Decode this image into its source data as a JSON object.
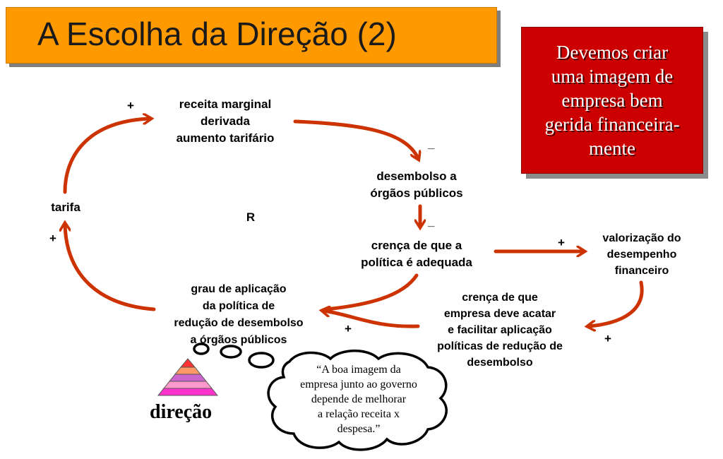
{
  "slide": {
    "title": "A Escolha da Direção (2)",
    "callout": "Devemos criar\numa imagem de\nempresa bem\ngerida financeira-\nmente"
  },
  "nodes": {
    "receita": "receita marginal\nderivada\naumento tarifário",
    "desembolso": "desembolso a\nórgãos públicos",
    "crenca_adequada": "crença de que a\npolítica é adequada",
    "valorizacao": "valorização do\ndesempenho\nfinanceiro",
    "crenca_empresa": "crença de que\nempresa deve acatar\ne facilitar aplicação\npolíticas de redução de\ndesembolso",
    "grau": "grau de aplicação\nda política de\nredução de desembolso\na órgãos públicos",
    "tarifa": "tarifa",
    "loop": "R"
  },
  "signs": {
    "receita_in": "+",
    "desembolso_in": "_",
    "crenca_in": "_",
    "valorizacao_in": "+",
    "crenca_empresa_in": "+",
    "grau_in": "+",
    "tarifa_in": "+"
  },
  "thought": {
    "text": "“A boa imagem da\nempresa junto ao governo\ndepende de melhorar\na relação receita x\ndespesa.”"
  },
  "logo": {
    "label": "direção",
    "colors": [
      "#ff3333",
      "#ff9966",
      "#cc66cc",
      "#ff99cc",
      "#ff33cc"
    ]
  },
  "colors": {
    "arrow": "#cc3300",
    "title_bg": "#ff9900",
    "callout_bg": "#cc0000"
  }
}
